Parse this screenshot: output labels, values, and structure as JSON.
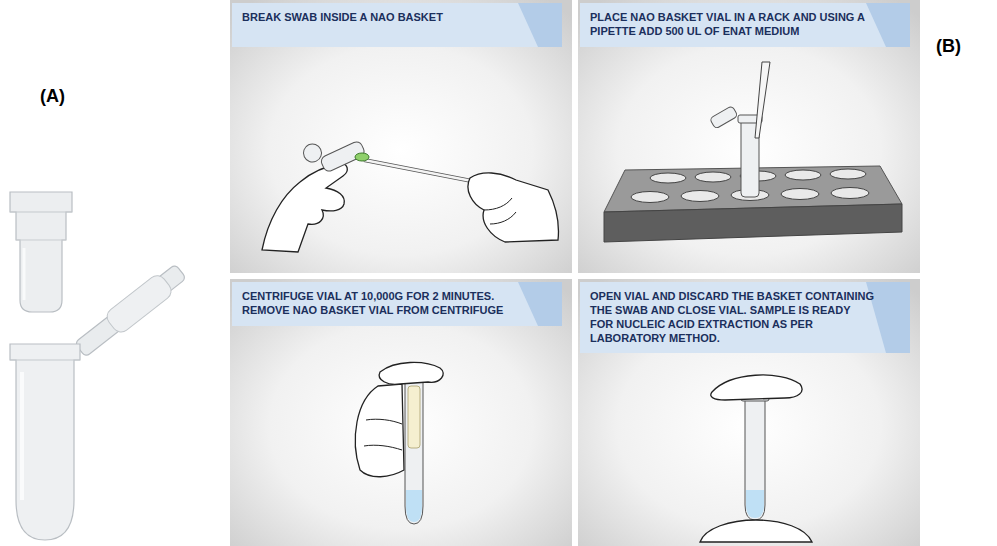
{
  "diagram": {
    "nodes": [
      {
        "text": [
          "BREAK SWAB INSIDE A NAO BASKET"
        ]
      },
      {
        "text": [
          "PLACE NAO BASKET VIAL IN A RACK AND USING A PIPETTE ADD 500 UL OF ENAT MEDIUM"
        ]
      },
      {
        "text": [
          "CENTRIFUGE VIAL AT 10,000G FOR 2 MINUTES. REMOVE NAO BASKET VIAL FROM CENTRIFUGE"
        ]
      },
      {
        "text": [
          "OPEN VIAL AND DISCARD THE BASKET CONTAINING THE SWAB AND CLOSE VIAL. SAMPLE IS READY FOR NUCLEIC ACID EXTRACTION AS PER LABORATORY METHOD."
        ]
      }
    ],
    "labels": [
      "(A)",
      "(B)"
    ]
  }
}
